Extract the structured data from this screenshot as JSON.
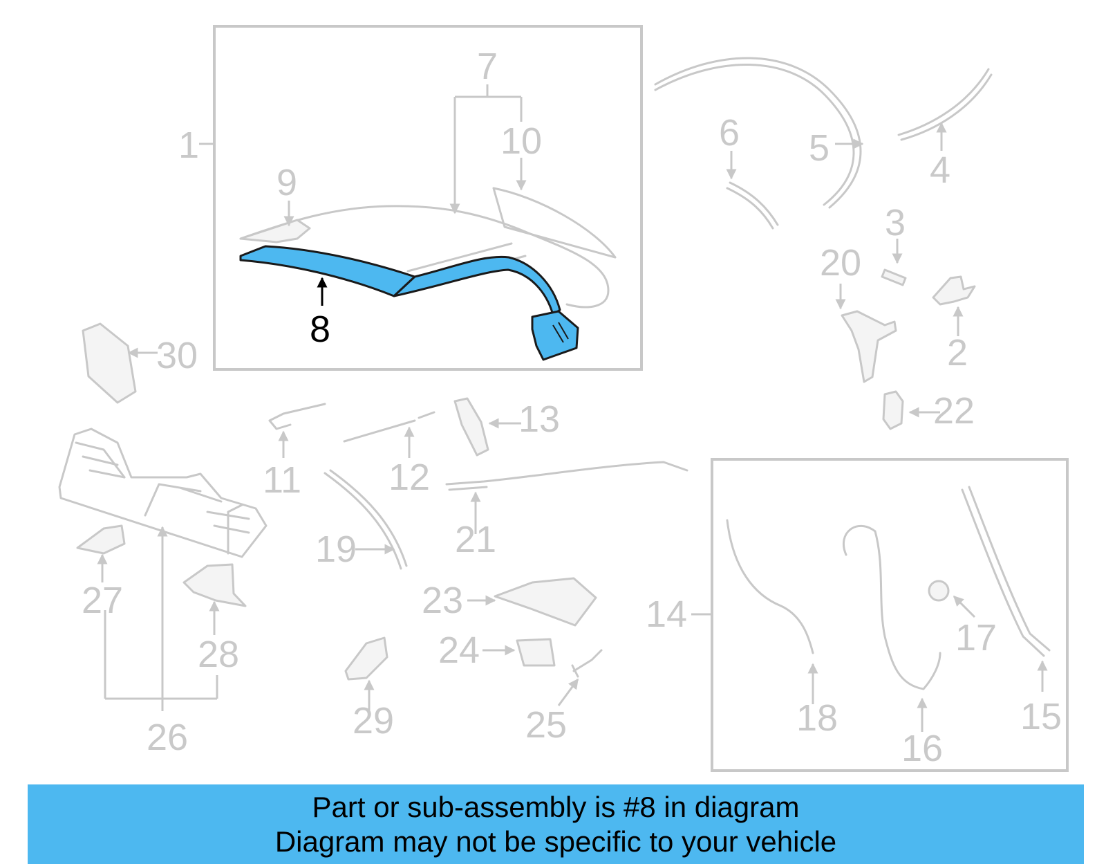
{
  "diagram": {
    "highlight_color": "#4db8f0",
    "callout_color": "#c9c9c9",
    "highlighted_callout": "8",
    "callouts": {
      "c1": "1",
      "c2": "2",
      "c3": "3",
      "c4": "4",
      "c5": "5",
      "c6": "6",
      "c7": "7",
      "c8": "8",
      "c9": "9",
      "c10": "10",
      "c11": "11",
      "c12": "12",
      "c13": "13",
      "c14": "14",
      "c15": "15",
      "c16": "16",
      "c17": "17",
      "c18": "18",
      "c19": "19",
      "c20": "20",
      "c21": "21",
      "c22": "22",
      "c23": "23",
      "c24": "24",
      "c25": "25",
      "c26": "26",
      "c27": "27",
      "c28": "28",
      "c29": "29",
      "c30": "30"
    }
  },
  "banner": {
    "line1": "Part or sub-assembly is #8 in diagram",
    "line2": "Diagram may not be specific to your vehicle",
    "background": "#4db8f0"
  }
}
